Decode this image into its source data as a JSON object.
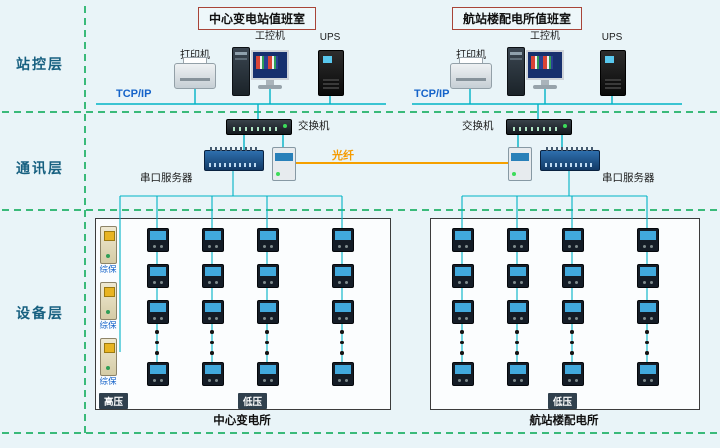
{
  "layers": {
    "station": "站控层",
    "comm": "通讯层",
    "device": "设备层"
  },
  "rooms": {
    "left": {
      "title": "中心变电站值班室",
      "printer": "打印机",
      "ipc": "工控机",
      "ups": "UPS",
      "tcpip": "TCP/IP",
      "switch_label": "交换机",
      "serial_label": "串口服务器"
    },
    "right": {
      "title": "航站楼配电所值班室",
      "printer": "打印机",
      "ipc": "工控机",
      "ups": "UPS",
      "tcpip": "TCP/IP",
      "switch_label": "交换机",
      "serial_label": "串口服务器"
    }
  },
  "fiber_label": "光纤",
  "panels": {
    "left": {
      "hv": "高压",
      "lv": "低压",
      "caption": "中心变电所",
      "protection": "综保"
    },
    "right": {
      "lv": "低压",
      "caption": "航站楼配电所"
    }
  },
  "colors": {
    "separator_green": "#00a651",
    "network_cyan": "#00b3c6",
    "fiber_orange": "#f5a000"
  }
}
